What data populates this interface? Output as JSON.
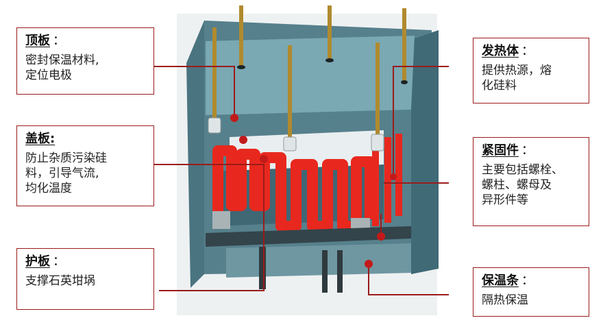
{
  "colors": {
    "leader": "#9b1b1b",
    "panel": "#5f8f9c",
    "panel_dark": "#3f6673",
    "heater": "#e8281e",
    "electrode": "#b08a2e"
  },
  "labels": {
    "top_plate": {
      "title": "顶板",
      "colon": "：",
      "desc": "密封保温材料,\n定位电极"
    },
    "cover_plate": {
      "title": "盖板:",
      "colon": "",
      "desc": "防止杂质污染硅\n料，引导气流,\n均化温度"
    },
    "guard_plate": {
      "title": "护板",
      "colon": "：",
      "desc": "支撑石英坩埚"
    },
    "heater": {
      "title": "发热体",
      "colon": "：",
      "desc": "提供热源，熔\n化硅料"
    },
    "fastener": {
      "title": "紧固件",
      "colon": "：",
      "desc": "主要包括螺栓、\n螺柱、螺母及\n异形件等"
    },
    "insulation": {
      "title": "保温条",
      "colon": "：",
      "desc": "隔热保温"
    }
  }
}
